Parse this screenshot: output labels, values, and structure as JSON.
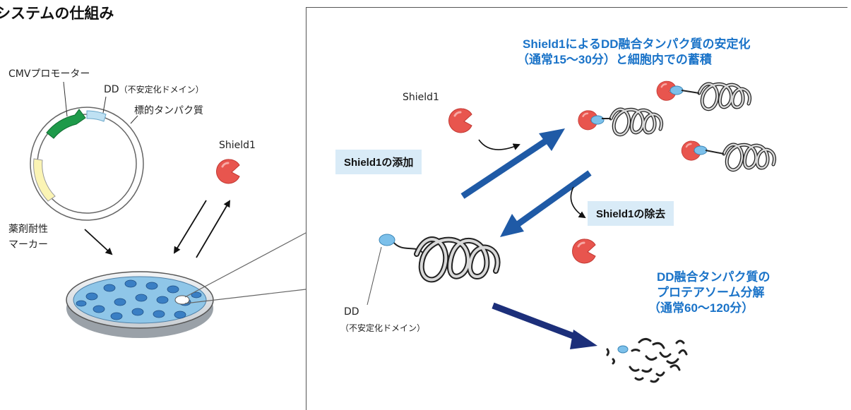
{
  "title": "システムの仕組み",
  "left": {
    "cmv_label": "CMVプロモーター",
    "dd_label": "DD",
    "dd_label_sub": "（不安定化ドメイン）",
    "target_protein_label": "標的タンパク質",
    "shield_label": "Shield1",
    "marker_label_1": "薬剤耐性",
    "marker_label_2": "マーカー"
  },
  "right": {
    "stabilize_line1": "Shield1によるDD融合タンパク質の安定化",
    "stabilize_line2": "（通常15〜30分）と細胞内での蓄積",
    "shield_label": "Shield1",
    "add_badge": "Shield1の添加",
    "remove_badge": "Shield1の除去",
    "dd_label": "DD",
    "dd_sub": "（不安定化ドメイン）",
    "degrade_line1": "DD融合タンパク質の",
    "degrade_line2": "プロテアソーム分解",
    "degrade_line3": "（通常60〜120分）"
  },
  "colors": {
    "blue_text": "#1a73c8",
    "arrow_blue": "#1f5aa6",
    "arrow_dark": "#1c2f7a",
    "shield_red": "#e8554e",
    "dd_blue": "#7cc0ea",
    "badge_bg": "#d9ebf7",
    "cmv_green": "#1e9a4a",
    "marker_yellow": "#fbf4b4"
  }
}
